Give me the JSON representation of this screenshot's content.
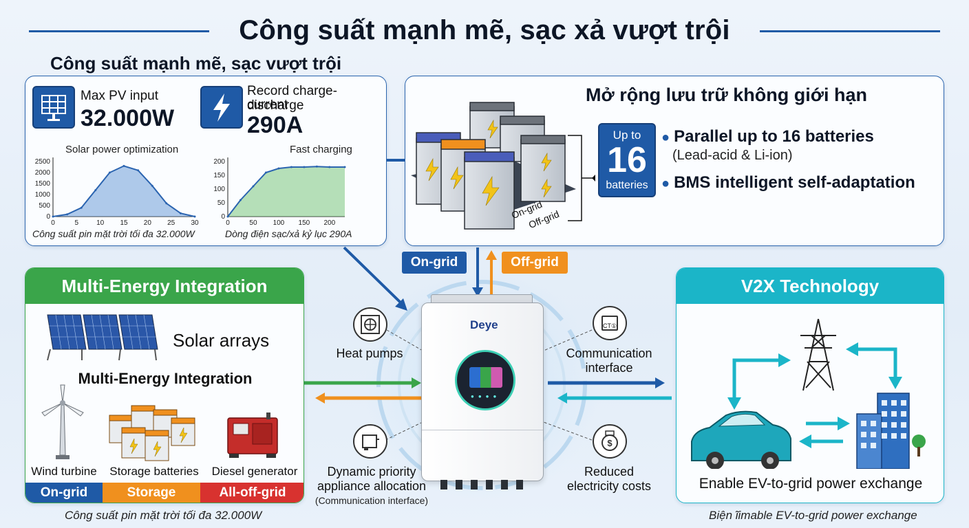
{
  "header": {
    "title": "Công suất mạnh mẽ, sạc xả vượt trội",
    "subtitle": "Công suất mạnh mẽ, sạc vượt trội"
  },
  "pv_panel": {
    "pv": {
      "label": "Max PV input",
      "value": "32.000W",
      "icon": "solar-panel-icon"
    },
    "current": {
      "label_line1": "Record charge-discharge",
      "label_line2": "current",
      "value": "290A",
      "icon": "lightning-icon"
    },
    "solar_chart": {
      "title": "Solar power optimization",
      "caption": "Công suất pin mặt trời tối đa 32.000W",
      "y_ticks": [
        "0",
        "500",
        "1000",
        "1500",
        "2000",
        "2500"
      ],
      "x_ticks": [
        "0",
        "5",
        "10",
        "15",
        "20",
        "25",
        "30"
      ]
    },
    "charge_chart": {
      "title": "Fast charging",
      "caption": "Dòng điện sạc/xả kỷ lục 290A",
      "y_ticks": [
        "0",
        "50",
        "100",
        "150",
        "200"
      ],
      "x_ticks": [
        "0",
        "50",
        "100",
        "150",
        "200"
      ]
    }
  },
  "storage_panel": {
    "title": "Mở rộng lưu trữ không giới hạn",
    "badge": {
      "top": "Up to",
      "number": "16",
      "bottom": "batteries"
    },
    "bullets": [
      {
        "main": "Parallel up to 16 batteries",
        "sub": "(Lead-acid & Li-ion)"
      },
      {
        "main": "BMS intelligent self-adaptation",
        "sub": ""
      }
    ],
    "grid_labels": {
      "on": "On-grid",
      "off": "Off-grid"
    }
  },
  "flow_tags": {
    "on_grid": "On-grid",
    "off_grid": "Off-grid"
  },
  "inverter": {
    "brand": "Deye"
  },
  "features": {
    "heat_pumps": "Heat pumps",
    "communication_line1": "Communication",
    "communication_line2": "interface",
    "dynamic_line1": "Dynamic priority",
    "dynamic_line2": "appliance allocation",
    "dynamic_note": "(Communication interface)",
    "reduced_line1": "Reduced",
    "reduced_line2": "electricity costs",
    "meter_text": "CT①"
  },
  "multi_energy": {
    "header": "Multi-Energy Integration",
    "solar": "Solar arrays",
    "subheading": "Multi-Energy Integration",
    "wind": "Wind turbine",
    "storage": "Storage batteries",
    "diesel": "Diesel generator",
    "bar": [
      "On-grid",
      "Storage",
      "All-off-grid"
    ],
    "footnote": "Công suất pin mặt trời tối đa 32.000W"
  },
  "v2x": {
    "header": "V2X Technology",
    "caption": "Enable EV-to-grid power exchange",
    "footnote": "Biện ĩimable EV-to-grid power exchange"
  },
  "colors": {
    "blue": "#1f5aa6",
    "green": "#3aa54a",
    "orange": "#f0901e",
    "teal": "#1bb5c8",
    "red": "#d8322f"
  },
  "chart_data": [
    {
      "type": "area",
      "title": "Solar power optimization",
      "x": [
        0,
        3,
        6,
        9,
        12,
        15,
        18,
        21,
        24,
        27,
        30
      ],
      "series": [
        {
          "values": [
            0,
            100,
            400,
            1200,
            2000,
            2300,
            2100,
            1400,
            600,
            150,
            0
          ]
        }
      ],
      "ylim": [
        0,
        2500
      ],
      "xlim": [
        0,
        30
      ]
    },
    {
      "type": "area",
      "title": "Fast charging",
      "x": [
        0,
        25,
        50,
        75,
        100,
        125,
        150,
        175,
        200,
        230
      ],
      "series": [
        {
          "values": [
            0,
            60,
            110,
            160,
            175,
            180,
            180,
            182,
            180,
            180
          ]
        }
      ],
      "ylim": [
        0,
        200
      ],
      "xlim": [
        0,
        230
      ]
    }
  ]
}
